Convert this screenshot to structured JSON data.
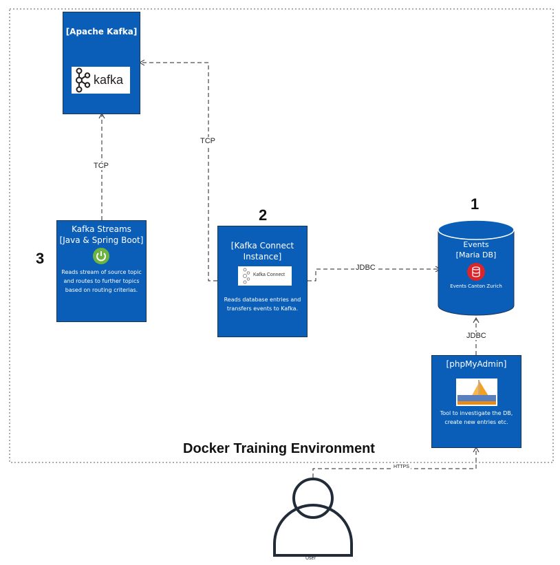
{
  "environment": {
    "title": "Docker Training Environment"
  },
  "kafka": {
    "title": "[Apache Kafka]",
    "logo_text": "kafka"
  },
  "streams": {
    "step": "3",
    "title_line1": "Kafka Streams",
    "title_line2": "[Java & Spring Boot]",
    "desc_line1": "Reads stream of source topic",
    "desc_line2": "and routes to further topics",
    "desc_line3": "based on routing criterias."
  },
  "connect": {
    "step": "2",
    "title_line1": "[Kafka Connect",
    "title_line2": "Instance]",
    "logo_text": "Kafka Connect",
    "desc_line1": "Reads database entries and",
    "desc_line2": "transfers events to Kafka."
  },
  "db": {
    "step": "1",
    "title_line1": "Events",
    "title_line2": "[Maria DB]",
    "caption": "Events Canton Zurich"
  },
  "phpmyadmin": {
    "title": "[phpMyAdmin]",
    "desc_line1": "Tool to investigate the DB,",
    "desc_line2": "create new entries etc."
  },
  "user": {
    "label": "User"
  },
  "connections": {
    "streams_to_kafka": "TCP",
    "connect_to_kafka": "TCP",
    "connect_to_db": "JDBC",
    "phpmyadmin_to_db": "JDBC",
    "user_to_phpmyadmin": "HTTPS"
  },
  "colors": {
    "box_fill": "#0a5eb8",
    "spring_green": "#6db33f",
    "db_red": "#d9262c"
  }
}
